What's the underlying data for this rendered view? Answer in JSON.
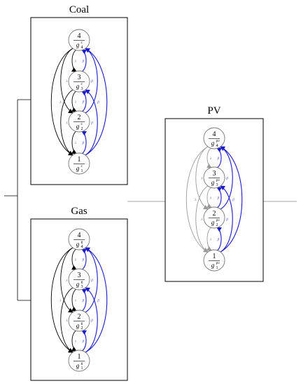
{
  "colors": {
    "down": "#000000",
    "up": "#1a1acc",
    "pv_down": "#9a9a9a",
    "up_label": "#5050c8",
    "down_label": "#777777",
    "circle_stroke": "#777777",
    "circle_fill": "#ffffff"
  },
  "units": [
    {
      "id": "coal",
      "title": "Coal",
      "sup": "c",
      "states": [
        "4",
        "3",
        "2",
        "1"
      ],
      "up_labels": [
        "β",
        "β",
        "β",
        "β",
        "β",
        "β"
      ],
      "down_labels": [
        "λ",
        "λ",
        "λ",
        "λ",
        "λ",
        "λ"
      ]
    },
    {
      "id": "gas",
      "title": "Gas",
      "sup": "g",
      "states": [
        "4",
        "3",
        "2",
        "1"
      ],
      "up_labels": [
        "β",
        "β",
        "β",
        "β",
        "β",
        "β"
      ],
      "down_labels": [
        "λ",
        "λ",
        "λ",
        "λ",
        "λ",
        "λ"
      ]
    },
    {
      "id": "pv",
      "title": "PV",
      "sup": "pv",
      "states": [
        "4",
        "3",
        "2",
        "1"
      ],
      "up_labels": [
        "β",
        "β",
        "β",
        "β",
        "β",
        "β"
      ],
      "down_labels": [
        "λ",
        "λ",
        "λ",
        "λ",
        "λ",
        "λ"
      ]
    }
  ]
}
